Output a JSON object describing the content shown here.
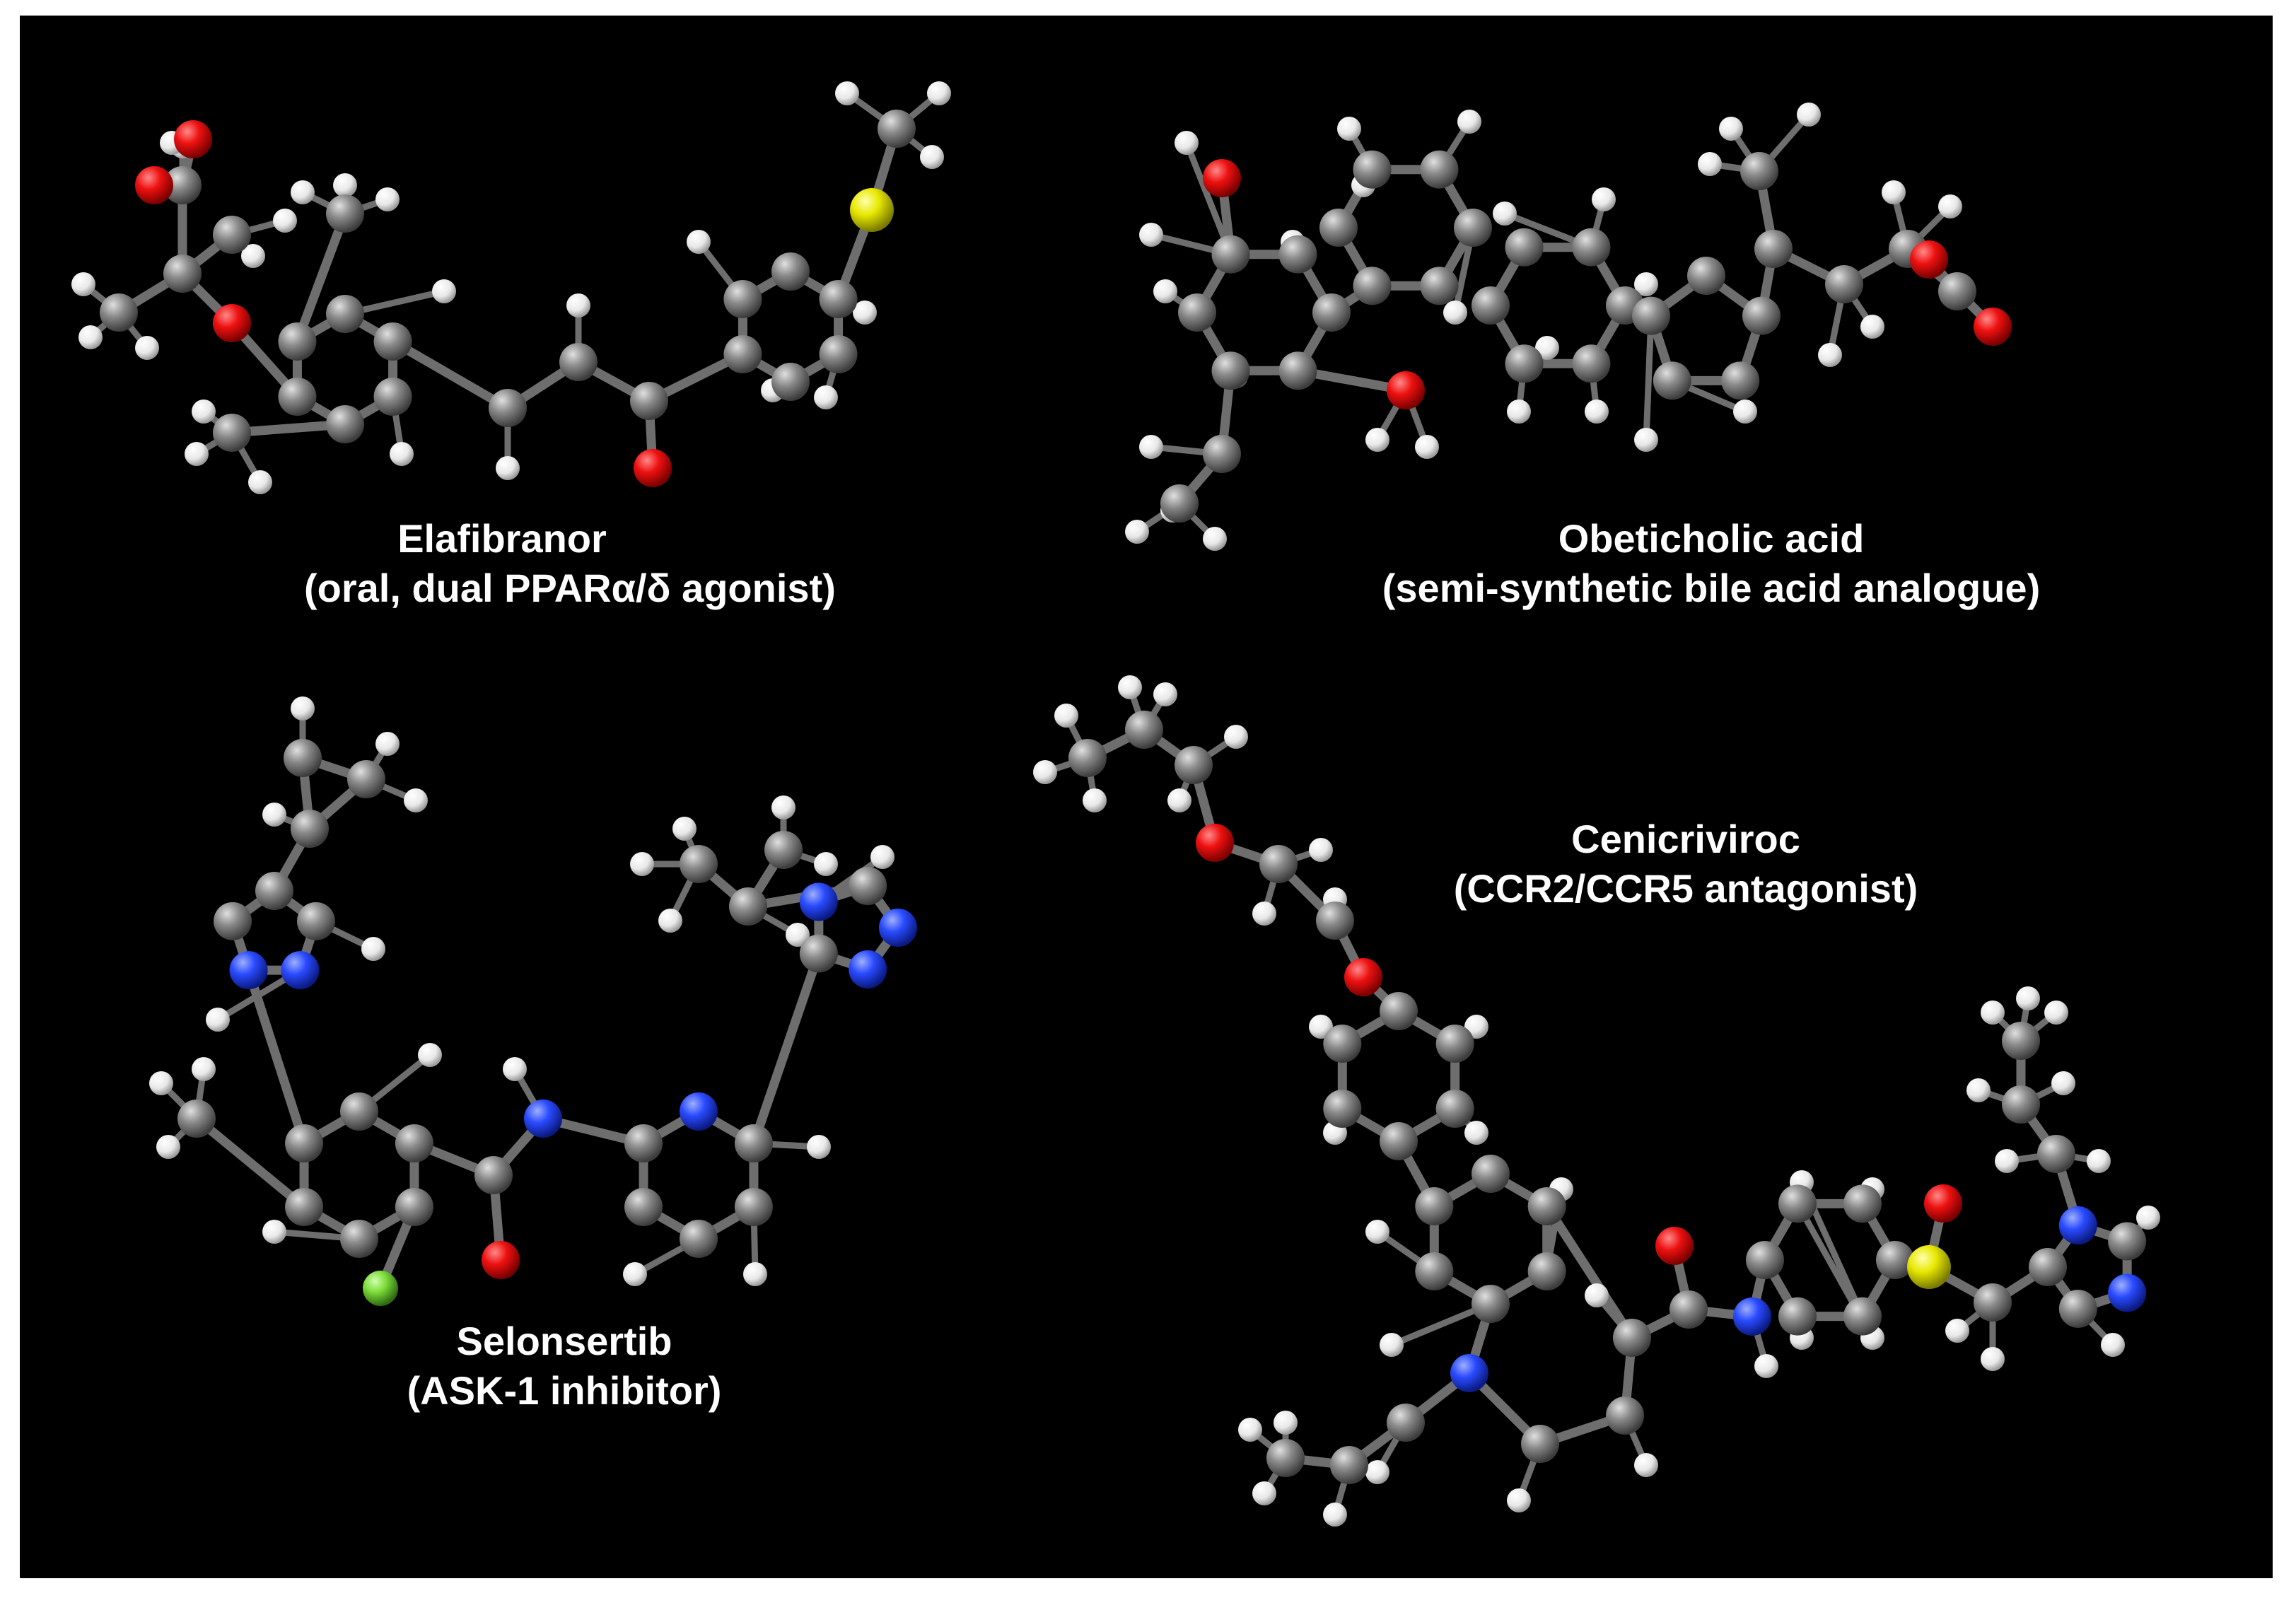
{
  "colors": {
    "background": "#000000",
    "carbon": "#7d7d7d",
    "hydrogen": "#f2f2f2",
    "oxygen": "#ee1111",
    "nitrogen": "#2a4bff",
    "sulfur": "#e8e800",
    "fluorine": "#7ddc3a"
  },
  "molecules": [
    {
      "name": "Elafibranor",
      "description": "(oral, dual PPARα/δ agonist)"
    },
    {
      "name": "Obeticholic acid",
      "description": "(semi-synthetic bile acid analogue)"
    },
    {
      "name": "Selonsertib",
      "description": "(ASK-1 inhibitor)"
    },
    {
      "name": "Cenicriviroc",
      "description": "(CCR2/CCR5 antagonist)"
    }
  ]
}
